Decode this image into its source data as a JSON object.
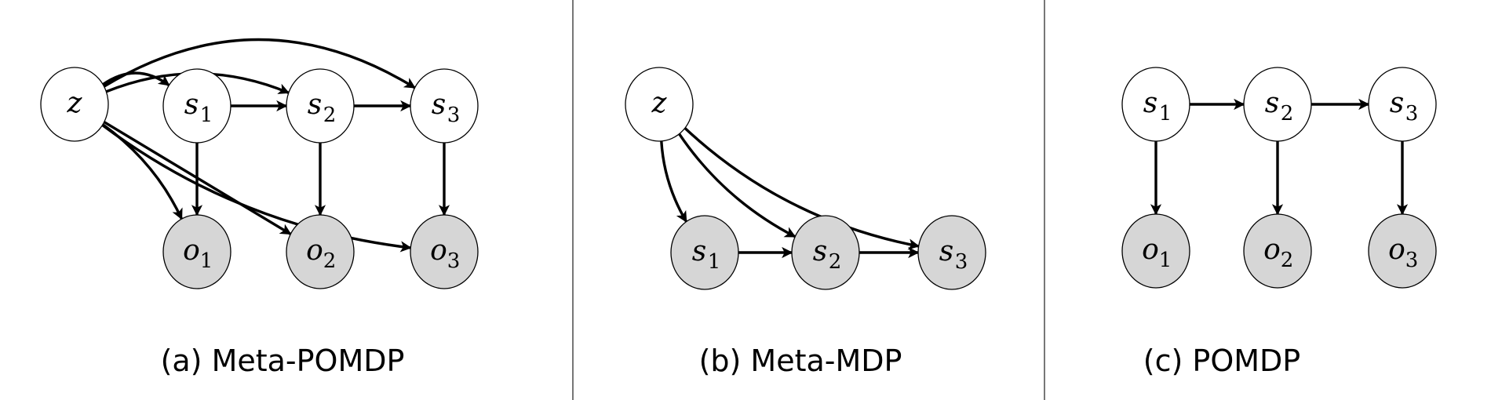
{
  "panels": [
    {
      "caption": "(a) Meta-POMDP",
      "nodes": [
        {
          "id": "z",
          "var": "z",
          "sub": "",
          "observed": false
        },
        {
          "id": "s1",
          "var": "s",
          "sub": "1",
          "observed": false
        },
        {
          "id": "s2",
          "var": "s",
          "sub": "2",
          "observed": false
        },
        {
          "id": "s3",
          "var": "s",
          "sub": "3",
          "observed": false
        },
        {
          "id": "o1",
          "var": "o",
          "sub": "1",
          "observed": true
        },
        {
          "id": "o2",
          "var": "o",
          "sub": "2",
          "observed": true
        },
        {
          "id": "o3",
          "var": "o",
          "sub": "3",
          "observed": true
        }
      ],
      "edges": [
        [
          "z",
          "s1"
        ],
        [
          "z",
          "s2"
        ],
        [
          "z",
          "s3"
        ],
        [
          "s1",
          "s2"
        ],
        [
          "s2",
          "s3"
        ],
        [
          "s1",
          "o1"
        ],
        [
          "s2",
          "o2"
        ],
        [
          "s3",
          "o3"
        ],
        [
          "z",
          "o1"
        ],
        [
          "z",
          "o2"
        ],
        [
          "z",
          "o3"
        ]
      ]
    },
    {
      "caption": "(b) Meta-MDP",
      "nodes": [
        {
          "id": "z",
          "var": "z",
          "sub": "",
          "observed": false
        },
        {
          "id": "s1",
          "var": "s",
          "sub": "1",
          "observed": true
        },
        {
          "id": "s2",
          "var": "s",
          "sub": "2",
          "observed": true
        },
        {
          "id": "s3",
          "var": "s",
          "sub": "3",
          "observed": true
        }
      ],
      "edges": [
        [
          "z",
          "s1"
        ],
        [
          "z",
          "s2"
        ],
        [
          "z",
          "s3"
        ],
        [
          "s1",
          "s2"
        ],
        [
          "s2",
          "s3"
        ]
      ]
    },
    {
      "caption": "(c) POMDP",
      "nodes": [
        {
          "id": "s1",
          "var": "s",
          "sub": "1",
          "observed": false
        },
        {
          "id": "s2",
          "var": "s",
          "sub": "2",
          "observed": false
        },
        {
          "id": "s3",
          "var": "s",
          "sub": "3",
          "observed": false
        },
        {
          "id": "o1",
          "var": "o",
          "sub": "1",
          "observed": true
        },
        {
          "id": "o2",
          "var": "o",
          "sub": "2",
          "observed": true
        },
        {
          "id": "o3",
          "var": "o",
          "sub": "3",
          "observed": true
        }
      ],
      "edges": [
        [
          "s1",
          "s2"
        ],
        [
          "s2",
          "s3"
        ],
        [
          "s1",
          "o1"
        ],
        [
          "s2",
          "o2"
        ],
        [
          "s3",
          "o3"
        ]
      ]
    }
  ]
}
